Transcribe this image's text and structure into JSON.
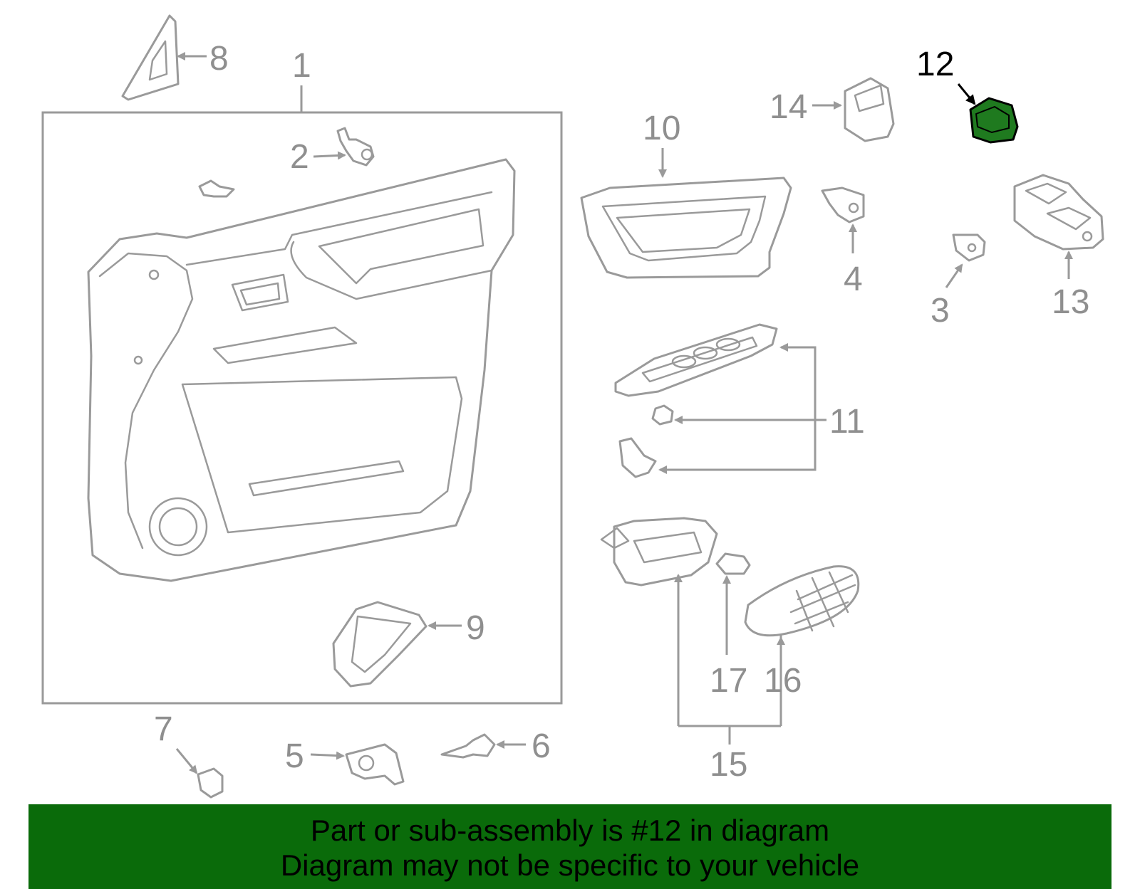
{
  "diagram": {
    "highlight_color": "#1f7a1f",
    "callouts": [
      "1",
      "2",
      "3",
      "4",
      "5",
      "6",
      "7",
      "8",
      "9",
      "10",
      "11",
      "12",
      "13",
      "14",
      "15",
      "16",
      "17"
    ],
    "highlighted_callout": "12"
  },
  "banner": {
    "background": "#0a6b0a",
    "line1": "Part or sub-assembly is #12 in diagram",
    "line2": "Diagram may not be specific to your vehicle"
  }
}
